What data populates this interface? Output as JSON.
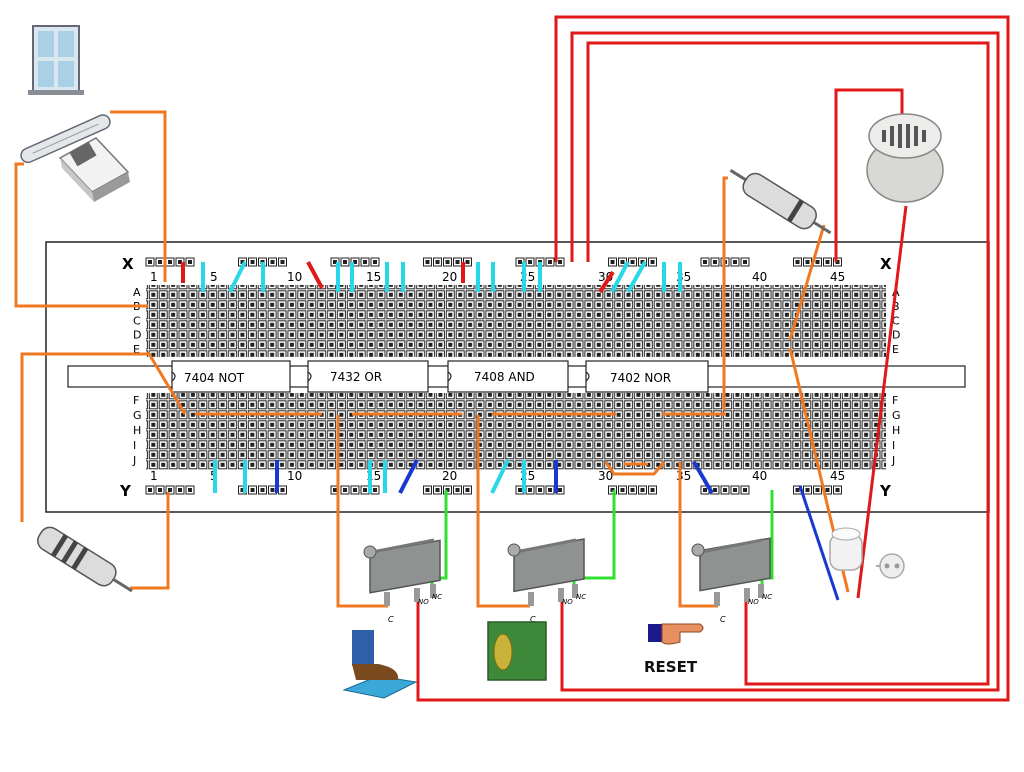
{
  "board": {
    "top_rail_label": "X",
    "bottom_rail_label": "Y",
    "column_numbers_top": [
      "1",
      "5",
      "10",
      "15",
      "20",
      "25",
      "30",
      "35",
      "40",
      "45"
    ],
    "column_numbers_bottom": [
      "1",
      "5",
      "10",
      "15",
      "20",
      "25",
      "30",
      "35",
      "40",
      "45"
    ],
    "rows_upper": [
      "A",
      "B",
      "C",
      "D",
      "E"
    ],
    "rows_lower": [
      "F",
      "G",
      "H",
      "I",
      "J"
    ]
  },
  "chips": [
    {
      "label": "7404 NOT"
    },
    {
      "label": "7432 OR"
    },
    {
      "label": "7408 AND"
    },
    {
      "label": "7402 NOR"
    }
  ],
  "switches": [
    {
      "c": "C",
      "no": "NO",
      "nc": "NC"
    },
    {
      "c": "C",
      "no": "NO",
      "nc": "NC"
    },
    {
      "c": "C",
      "no": "NO",
      "nc": "NC"
    }
  ],
  "reset_label": "RESET",
  "colors": {
    "orange_wire": "#f07820",
    "red_wire": "#e01818",
    "cyan_wire": "#28d8e8",
    "blue_wire": "#1838d0",
    "green_wire": "#30e030"
  },
  "icons": [
    "window-icon",
    "reed-switch-icon",
    "magnet-icon",
    "resistor-icon",
    "buzzer-icon",
    "led-icon",
    "foot-on-mat-icon",
    "sensor-pad-icon",
    "pointing-hand-icon",
    "microswitch-icon"
  ]
}
